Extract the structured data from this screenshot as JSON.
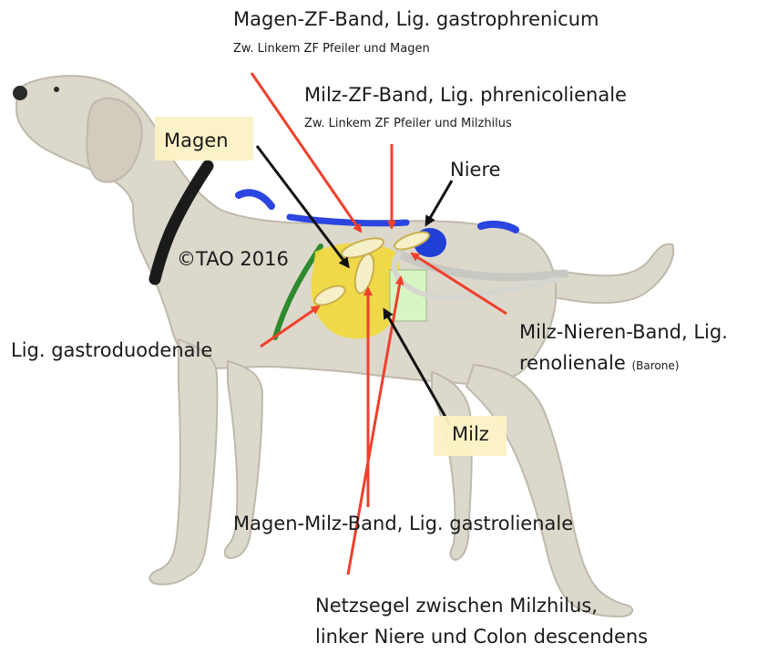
{
  "labels": {
    "magen_zf_title": "Magen-ZF-Band, Lig. gastrophrenicum",
    "magen_zf_sub": "Zw. Linkem ZF Pfeiler und Magen",
    "milz_zf_title": "Milz-ZF-Band, Lig. phrenicolienale",
    "milz_zf_sub": "Zw. Linkem ZF Pfeiler und Milzhilus",
    "magen": "Magen",
    "niere": "Niere",
    "copyright": "©TAO 2016",
    "gastroduodenale": "Lig. gastroduodenale",
    "milz_nieren_line1": "Milz-Nieren-Band, Lig.",
    "milz_nieren_line2": "renolienale",
    "milz_nieren_barone": "(Barone)",
    "milz": "Milz",
    "gastrolienale": "Magen-Milz-Band, Lig. gastrolienale",
    "netzsegel_line1": "Netzsegel zwischen Milzhilus,",
    "netzsegel_line2": "linker Niere und Colon descendens"
  },
  "colors": {
    "arrow_red": "#f0402c",
    "arrow_black": "#111111",
    "stomach_yellow": "#f2d93a",
    "spleen_green": "#d8f5c4",
    "kidney_blue": "#1f3fd6",
    "dog_coat": "#ddd8cc",
    "label_box": "#fbf2c4"
  }
}
